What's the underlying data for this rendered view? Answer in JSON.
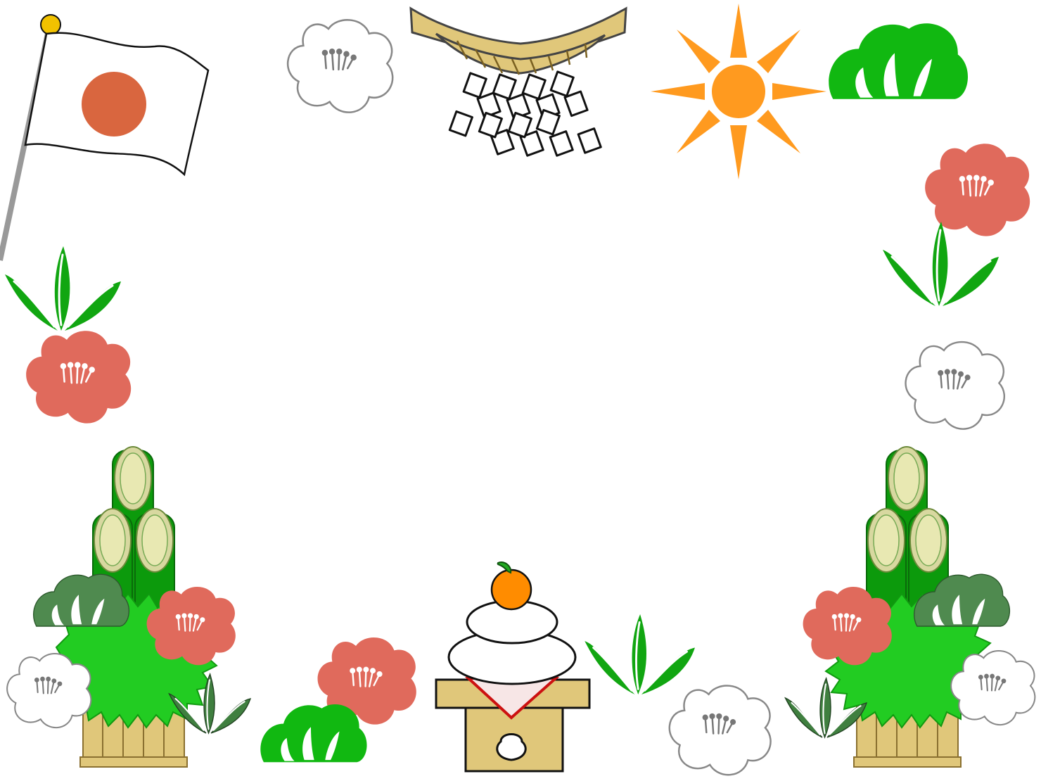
{
  "colors": {
    "background": "#ffffff",
    "sun_orange": "#ff9a1f",
    "flag_red": "#d9663f",
    "plum_red": "#e06a5c",
    "bamboo_green": "#11a611",
    "pine_bright": "#11b811",
    "pine_dark": "#4f8a4f",
    "bamboo_cut": "#e4e4aa",
    "straw_gold": "#e0c77a",
    "mikan_orange": "#ff8c00",
    "paper_white": "#ffffff",
    "pole_gray": "#999999",
    "knob_yellow": "#f2c200",
    "shide_outline": "#111111",
    "kagami_red_trim": "#cc1111"
  },
  "decorations": [
    {
      "name": "japanese-flag",
      "kind": "flag"
    },
    {
      "name": "sun-icon",
      "kind": "sun"
    },
    {
      "name": "shimenawa-rope",
      "kind": "rope"
    },
    {
      "name": "kadomatsu-left",
      "kind": "kadomatsu"
    },
    {
      "name": "kadomatsu-right",
      "kind": "kadomatsu"
    },
    {
      "name": "kagami-mochi",
      "kind": "mochi"
    },
    {
      "name": "plum-blossom",
      "kind": "plum",
      "variants": [
        "red",
        "white"
      ]
    },
    {
      "name": "pine-cloud",
      "kind": "pine",
      "variants": [
        "bright",
        "dark"
      ]
    },
    {
      "name": "bamboo-leaves",
      "kind": "bamboo"
    }
  ]
}
